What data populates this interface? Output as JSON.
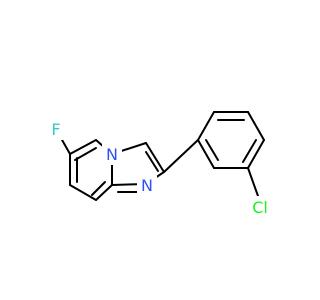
{
  "molecule": {
    "atoms": [
      {
        "id": "F",
        "label": "F",
        "color": "#33CCCC"
      },
      {
        "id": "N1",
        "label": "N",
        "color": "#3050F8"
      },
      {
        "id": "N2",
        "label": "N",
        "color": "#3050F8"
      },
      {
        "id": "Cl",
        "label": "Cl",
        "color": "#1FF01F"
      }
    ],
    "bond_color": "#000000"
  }
}
